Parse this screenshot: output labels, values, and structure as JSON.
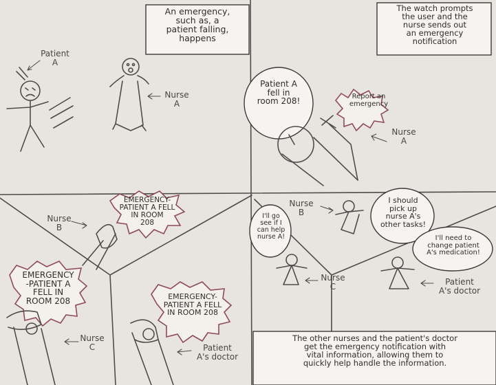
{
  "panel1": {
    "caption": "An emergency,\nsuch as, a\npatient falling,\nhappens",
    "patient_label": "Patient\nA",
    "nurse_label": "Nurse\nA"
  },
  "panel2": {
    "caption": "The watch prompts\nthe user and the\nnurse sends out\nan emergency\nnotification",
    "speech": "Patient A\nfell in\nroom 208!",
    "watch_text": "Report an\nemergency",
    "nurse_label": "Nurse\nA"
  },
  "panel3": {
    "nurse_b_label": "Nurse\nB",
    "alert_top": "EMERGENCY-\nPATIENT A FELL\nIN ROOM\n208",
    "alert_left": "EMERGENCY\n-PATIENT A\nFELL IN\nROOM 208",
    "nurse_c_label": "Nurse\nC",
    "alert_right": "EMERGENCY-\nPATIENT A FELL\nIN ROOM 208",
    "doctor_label": "Patient\nA's doctor"
  },
  "panel4": {
    "nurse_b_label": "Nurse\nB",
    "nurse_b_speech": "I should\npick up\nnurse A's\nother tasks!",
    "nurse_c_speech": "I'll go\nsee if I\ncan help\nnurse A!",
    "nurse_c_label": "Nurse\nC",
    "doctor_speech": "I'll need to\nchange patient\nA's medication!",
    "doctor_label": "Patient\nA's doctor",
    "caption": "The other nurses and the patient's doctor\nget the emergency notification with\nvital information, allowing them to\nquickly help handle the information."
  }
}
